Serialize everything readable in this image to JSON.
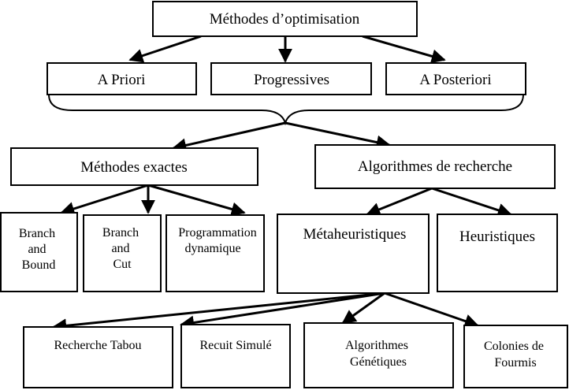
{
  "diagram": {
    "root": {
      "label": "Méthodes d’optimisation"
    },
    "categories": {
      "a_priori": "A Priori",
      "progressives": "Progressives",
      "a_posteriori": "A Posteriori"
    },
    "branches": {
      "exactes": "Méthodes exactes",
      "recherche": "Algorithmes de recherche"
    },
    "exact_methods": {
      "branch_bound": [
        "Branch",
        "and",
        "Bound"
      ],
      "branch_cut": [
        "Branch",
        "and",
        "Cut"
      ],
      "programmation": [
        "Programmation",
        "dynamique"
      ]
    },
    "search_types": {
      "metaheuristiques": "Métaheuristiques",
      "heuristiques": "Heuristiques"
    },
    "metaheuristic_methods": {
      "tabou": [
        "Recherche Tabou"
      ],
      "recuit": [
        "Recuit Simulé"
      ],
      "genetiques": [
        "Algorithmes",
        "Génétiques"
      ],
      "fourmis": [
        "Colonies de",
        "Fourmis"
      ]
    }
  }
}
